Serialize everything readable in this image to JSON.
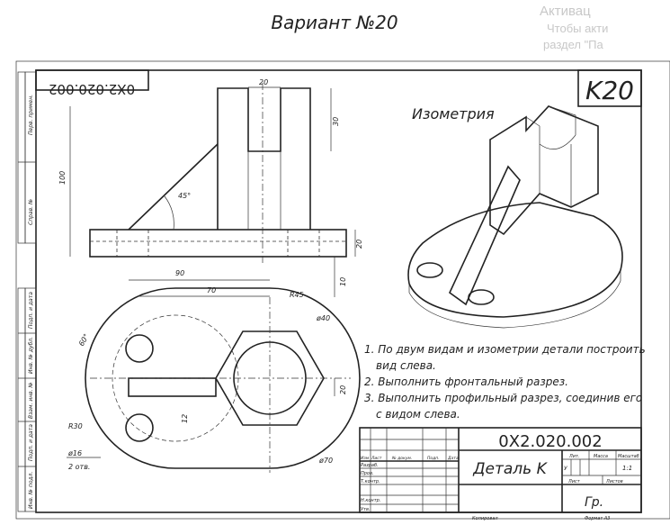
{
  "title": "Вариант №20",
  "drawing_code": "0X2.020.002",
  "variant_badge": "K20",
  "isometry_label": "Изометрия",
  "dimensions": {
    "top_slot_width": "20",
    "slot_depth": "30",
    "height": "100",
    "angle": "45°",
    "base_height": "20",
    "base_offset": "10",
    "length_90": "90",
    "length_70": "70",
    "r45": "R45",
    "d40": "ø40",
    "angle60": "60°",
    "r30": "R30",
    "d16": "ø16",
    "holes": "2 отв.",
    "d70": "ø70",
    "slot_w": "12",
    "right_20": "20"
  },
  "instructions": [
    "1. По двум видам и изометрии детали построить",
    "вид слева.",
    "2. Выполнить фронтальный разрез.",
    "3. Выполнить профильный разрез, соединив его",
    "с видом слева."
  ],
  "title_block": {
    "code": "0X2.020.002",
    "part_name": "Деталь K",
    "group": "Гр.",
    "cols": [
      "Изм",
      "Лист",
      "№ докум.",
      "Подп.",
      "Дата"
    ],
    "rows": [
      "Разраб.",
      "Пров.",
      "Т.контр.",
      "Н.контр.",
      "Утв."
    ],
    "lit": "Лит.",
    "mass": "Масса",
    "scale": "Масштаб",
    "scale_val": "1:1",
    "u": "У",
    "sheet": "Лист",
    "sheets": "Листов",
    "copied": "Копировал",
    "format": "Формат   А3"
  },
  "side_stamp": [
    "Перв. примен.",
    "Справ. №",
    "Подп. и дата",
    "Инв. № дубл.",
    "Взам. инв. №",
    "Подп. и дата",
    "Инв. № подл."
  ],
  "watermark": [
    "Активац",
    "Чтобы акти",
    "раздел \"Па"
  ]
}
